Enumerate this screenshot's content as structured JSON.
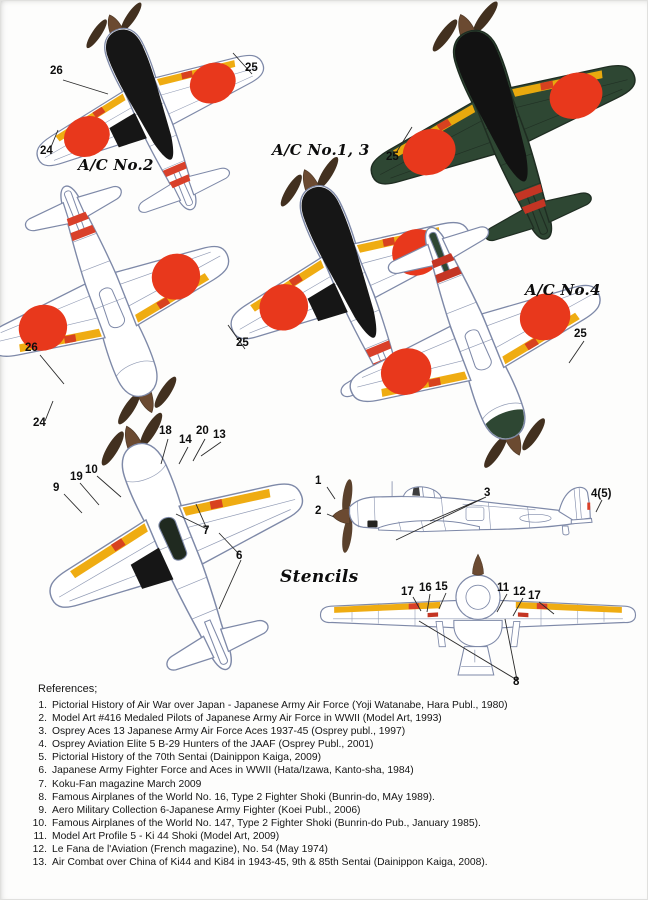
{
  "labels": {
    "ac_no_2": "A/C No.2",
    "ac_no_1_3": "A/C No.1, 3",
    "ac_no_4": "A/C No.4",
    "stencils": "Stencils"
  },
  "callouts": {
    "ac2_top": [
      "26",
      "25",
      "24"
    ],
    "ac1_3_camo": [
      "25"
    ],
    "ac2_bottom": [
      "26",
      "25",
      "24"
    ],
    "ac4": [
      "25"
    ],
    "stencil_top": [
      "18",
      "14",
      "20",
      "13",
      "10",
      "19",
      "9",
      "7",
      "6"
    ],
    "stencil_side": [
      "1",
      "2",
      "3",
      "4(5)"
    ],
    "stencil_front": [
      "17",
      "16",
      "15",
      "11",
      "12",
      "17",
      "8"
    ]
  },
  "references": {
    "title": "References;",
    "items": [
      {
        "n": "1.",
        "t": "Pictorial History of Air War over Japan - Japanese Army Air Force (Yoji Watanabe, Hara Publ., 1980)"
      },
      {
        "n": "2.",
        "t": "Model Art #416 Medaled Pilots of Japanese Army Air Force in WWII (Model Art, 1993)"
      },
      {
        "n": "3.",
        "t": "Osprey Aces 13 Japanese Army Air Force Aces 1937-45 (Osprey publ., 1997)"
      },
      {
        "n": "4.",
        "t": "Osprey Aviation Elite 5 B-29 Hunters of the JAAF (Osprey Publ., 2001)"
      },
      {
        "n": "5.",
        "t": "Pictorial History of the 70th Sentai (Dainippon Kaiga, 2009)"
      },
      {
        "n": "6.",
        "t": "Japanese Army Fighter Force and Aces in WWII (Hata/Izawa, Kanto-sha, 1984)"
      },
      {
        "n": "7.",
        "t": "Koku-Fan magazine March 2009"
      },
      {
        "n": "8.",
        "t": "Famous Airplanes of the World No. 16, Type 2 Fighter Shoki (Bunrin-do, MAy 1989)."
      },
      {
        "n": "9.",
        "t": "Aero Military Collection 6-Japanese Army Fighter (Koei Publ., 2006)"
      },
      {
        "n": "10.",
        "t": "Famous Airplanes of the World No. 147, Type 2 Fighter Shoki (Bunrin-do Pub., January 1985)."
      },
      {
        "n": "11.",
        "t": "Model Art Profile 5 - Ki 44 Shoki (Model Art, 2009)"
      },
      {
        "n": "12.",
        "t": "Le Fana de l'Aviation (French magazine), No. 54 (May 1974)"
      },
      {
        "n": "13.",
        "t": "Air Combat over China of Ki44 and Ki84 in 1943-45, 9th & 85th Sentai (Dainippon Kaiga, 2008)."
      }
    ]
  },
  "colors": {
    "hinomaru_red": "#e8381c",
    "id_band_yellow": "#efac12",
    "camouflage_green": "#2e4733",
    "antiglare_black": "#161616",
    "line_blue_gray": "#7e89a8",
    "spinner_brown": "#6b4a31",
    "tail_stripe_red": "#d9402a"
  }
}
